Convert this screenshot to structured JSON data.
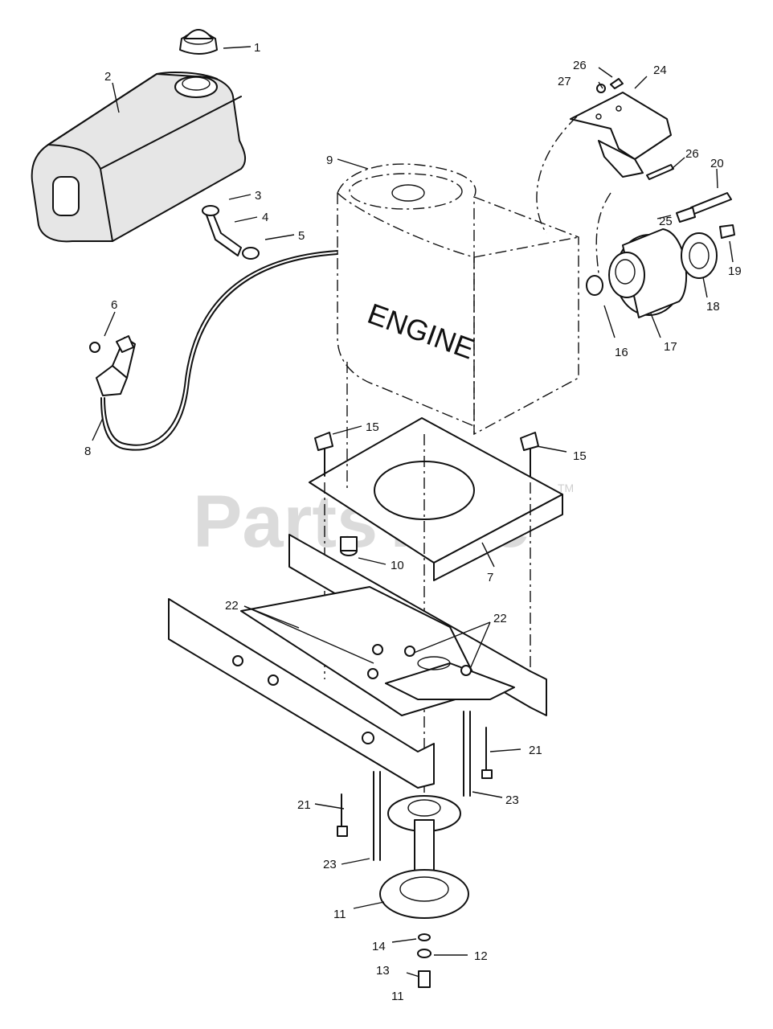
{
  "watermark": {
    "text": "PartsTree",
    "tm": "TM"
  },
  "engine_label": "ENGINE",
  "callouts": [
    {
      "id": "c1",
      "text": "1"
    },
    {
      "id": "c2",
      "text": "2"
    },
    {
      "id": "c3",
      "text": "3"
    },
    {
      "id": "c4",
      "text": "4"
    },
    {
      "id": "c5",
      "text": "5"
    },
    {
      "id": "c6",
      "text": "6"
    },
    {
      "id": "c7",
      "text": "7"
    },
    {
      "id": "c8",
      "text": "8"
    },
    {
      "id": "c9",
      "text": "9"
    },
    {
      "id": "c10",
      "text": "10"
    },
    {
      "id": "c11a",
      "text": "11"
    },
    {
      "id": "c11b",
      "text": "11"
    },
    {
      "id": "c12",
      "text": "12"
    },
    {
      "id": "c13",
      "text": "13"
    },
    {
      "id": "c14",
      "text": "14"
    },
    {
      "id": "c15a",
      "text": "15"
    },
    {
      "id": "c15b",
      "text": "15"
    },
    {
      "id": "c16",
      "text": "16"
    },
    {
      "id": "c17",
      "text": "17"
    },
    {
      "id": "c18",
      "text": "18"
    },
    {
      "id": "c19",
      "text": "19"
    },
    {
      "id": "c20",
      "text": "20"
    },
    {
      "id": "c21a",
      "text": "21"
    },
    {
      "id": "c21b",
      "text": "21"
    },
    {
      "id": "c22a",
      "text": "22"
    },
    {
      "id": "c22b",
      "text": "22"
    },
    {
      "id": "c23a",
      "text": "23"
    },
    {
      "id": "c23b",
      "text": "23"
    },
    {
      "id": "c24",
      "text": "24"
    },
    {
      "id": "c25",
      "text": "25"
    },
    {
      "id": "c26a",
      "text": "26"
    },
    {
      "id": "c26b",
      "text": "26"
    },
    {
      "id": "c27",
      "text": "27"
    }
  ]
}
